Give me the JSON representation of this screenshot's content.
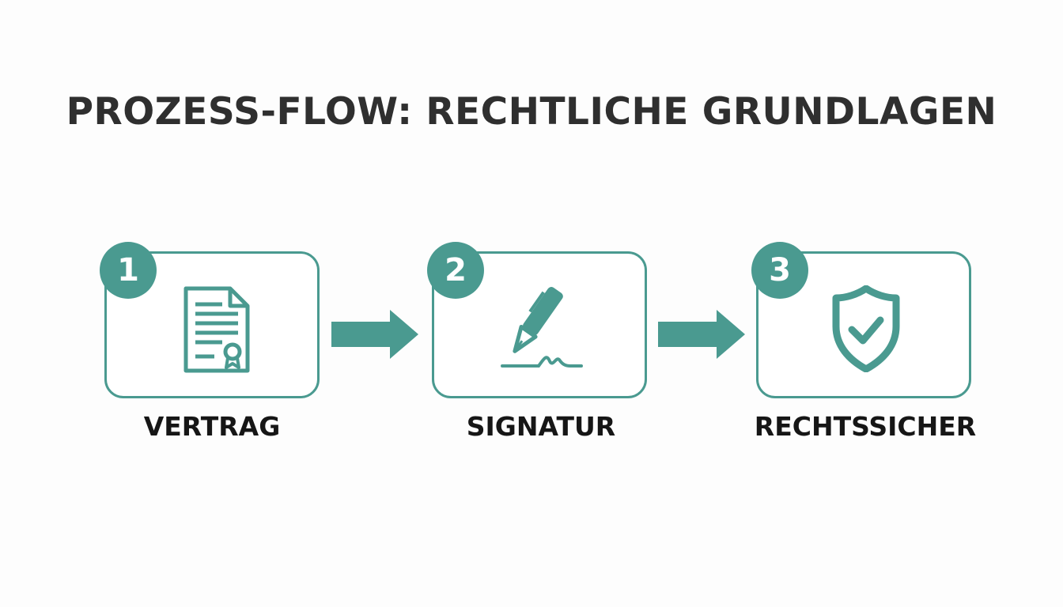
{
  "title": "PROZESS-FLOW: RECHTLICHE GRUNDLAGEN",
  "accent_color": "#4a9a90",
  "steps": [
    {
      "number": "1",
      "label": "VERTRAG",
      "icon": "document-icon"
    },
    {
      "number": "2",
      "label": "SIGNATUR",
      "icon": "pen-signature-icon"
    },
    {
      "number": "3",
      "label": "RECHTSSICHER",
      "icon": "shield-check-icon"
    }
  ]
}
